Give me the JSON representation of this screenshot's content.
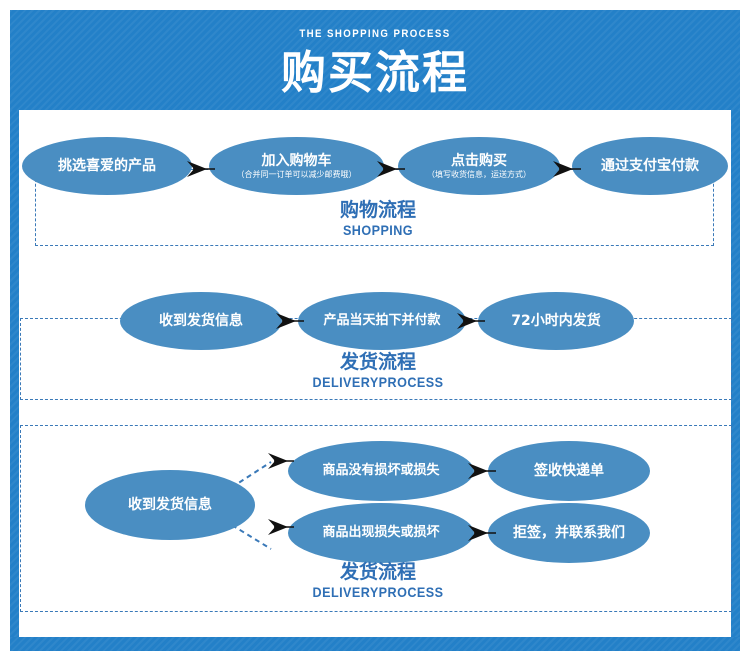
{
  "header": {
    "english_title": "THE SHOPPING PROCESS",
    "chinese_title": "购买流程",
    "background_color": "#2380c8",
    "text_color": "#ffffff"
  },
  "theme": {
    "node_fill": "#4a8ec2",
    "caption_color": "#2f6fb5",
    "dashed_border_color": "#3a79b8",
    "arrow_color": "#1a1a1a"
  },
  "sections": [
    {
      "id": "shopping",
      "caption_cn": "购物流程",
      "caption_en": "SHOPPING",
      "nodes": [
        {
          "title": "挑选喜爱的产品",
          "sub": ""
        },
        {
          "title": "加入购物车",
          "sub": "（合并同一订单可以减少邮费哦）"
        },
        {
          "title": "点击购买",
          "sub": "（填写收货信息，运送方式）"
        },
        {
          "title": "通过支付宝付款",
          "sub": ""
        }
      ]
    },
    {
      "id": "delivery",
      "caption_cn": "发货流程",
      "caption_en": "DELIVERYPROCESS",
      "nodes": [
        {
          "title": "收到发货信息",
          "sub": ""
        },
        {
          "title": "产品当天拍下并付款",
          "sub": ""
        },
        {
          "title": "72小时内发货",
          "sub": ""
        }
      ]
    },
    {
      "id": "receiving",
      "caption_cn": "发货流程",
      "caption_en": "DELIVERYPROCESS",
      "start_node": {
        "title": "收到发货信息",
        "sub": ""
      },
      "branches": [
        {
          "condition": {
            "title": "商品没有损坏或损失",
            "sub": ""
          },
          "result": {
            "title": "签收快递单",
            "sub": ""
          }
        },
        {
          "condition": {
            "title": "商品出现损失或损坏",
            "sub": ""
          },
          "result": {
            "title": "拒签，并联系我们",
            "sub": ""
          }
        }
      ]
    }
  ]
}
